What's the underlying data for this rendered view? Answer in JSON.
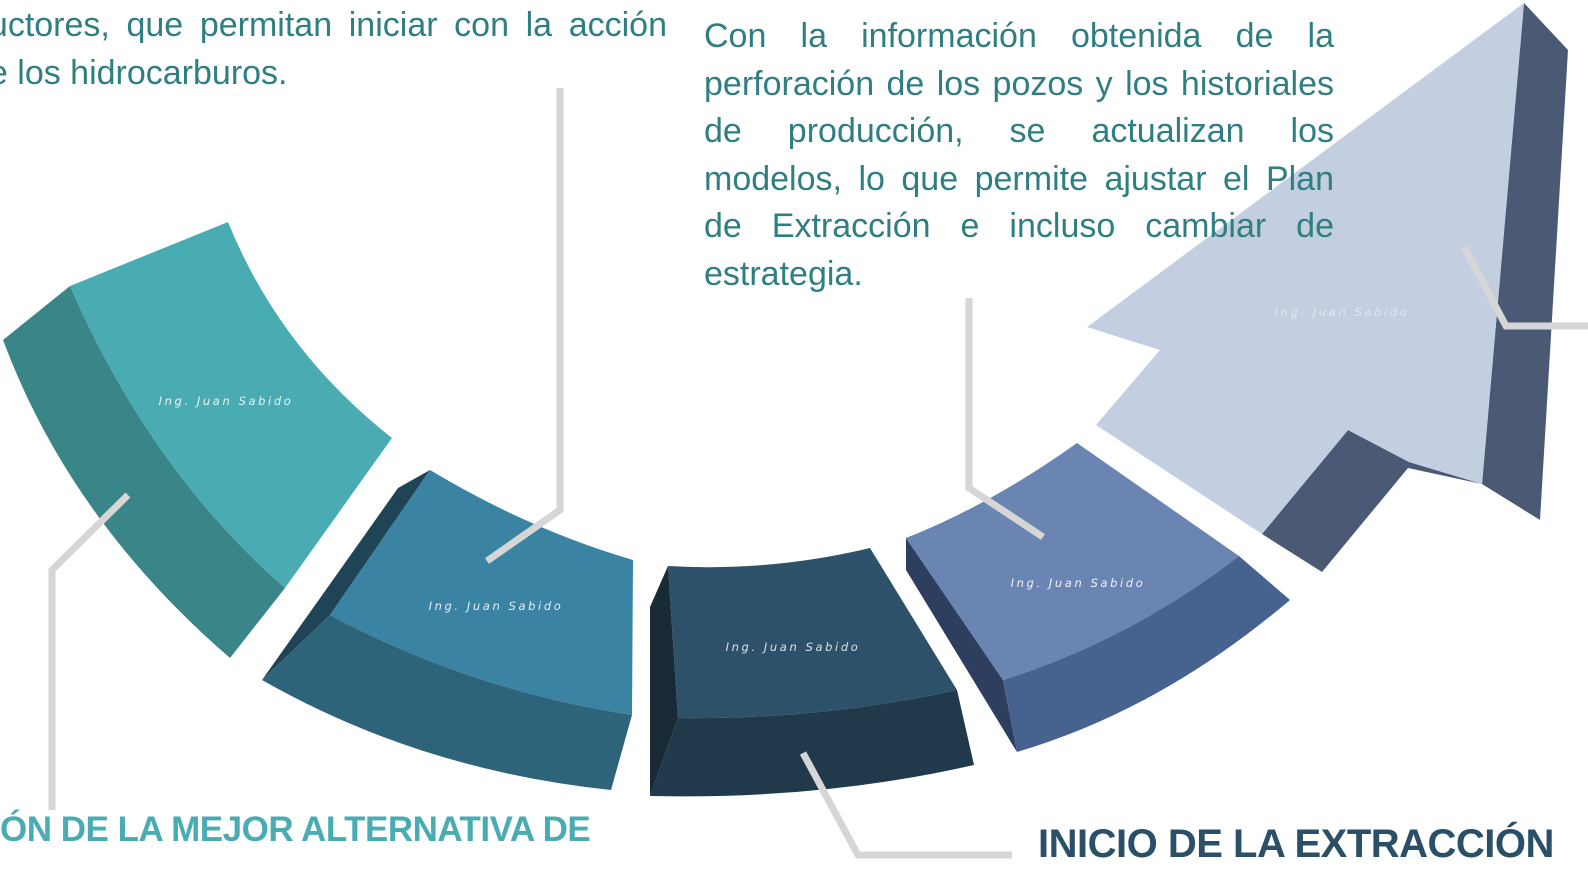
{
  "paragraphs": {
    "left": "ductores, que permitan iniciar con la acción de los hidrocarburos.",
    "right": "Con la información obtenida de la perforación de los pozos y los historiales de producción, se actualizan los modelos, lo que permite ajustar el Plan de Extracción e incluso cambiar de estrategia."
  },
  "headings": {
    "left": "ÓN DE LA MEJOR ALTERNATIVA DE",
    "right": "INICIO DE LA EXTRACCIÓN"
  },
  "segments": [
    {
      "watermark": "Ing. Juan Sabido",
      "top_color": "#4aacb3",
      "side_color": "#3a8588"
    },
    {
      "watermark": "Ing. Juan Sabido",
      "top_color": "#3a83a2",
      "side_color": "#2d6479"
    },
    {
      "watermark": "Ing. Juan Sabido",
      "top_color": "#2d5169",
      "side_color": "#213a4b"
    },
    {
      "watermark": "Ing. Juan Sabido",
      "top_color": "#6b85b3",
      "side_color": "#46628f"
    },
    {
      "watermark": "Ing. Juan Sabido",
      "top_color": "#c3cfe1",
      "side_color": "#4a5a75"
    }
  ],
  "connector_color": "#d6d6d6"
}
